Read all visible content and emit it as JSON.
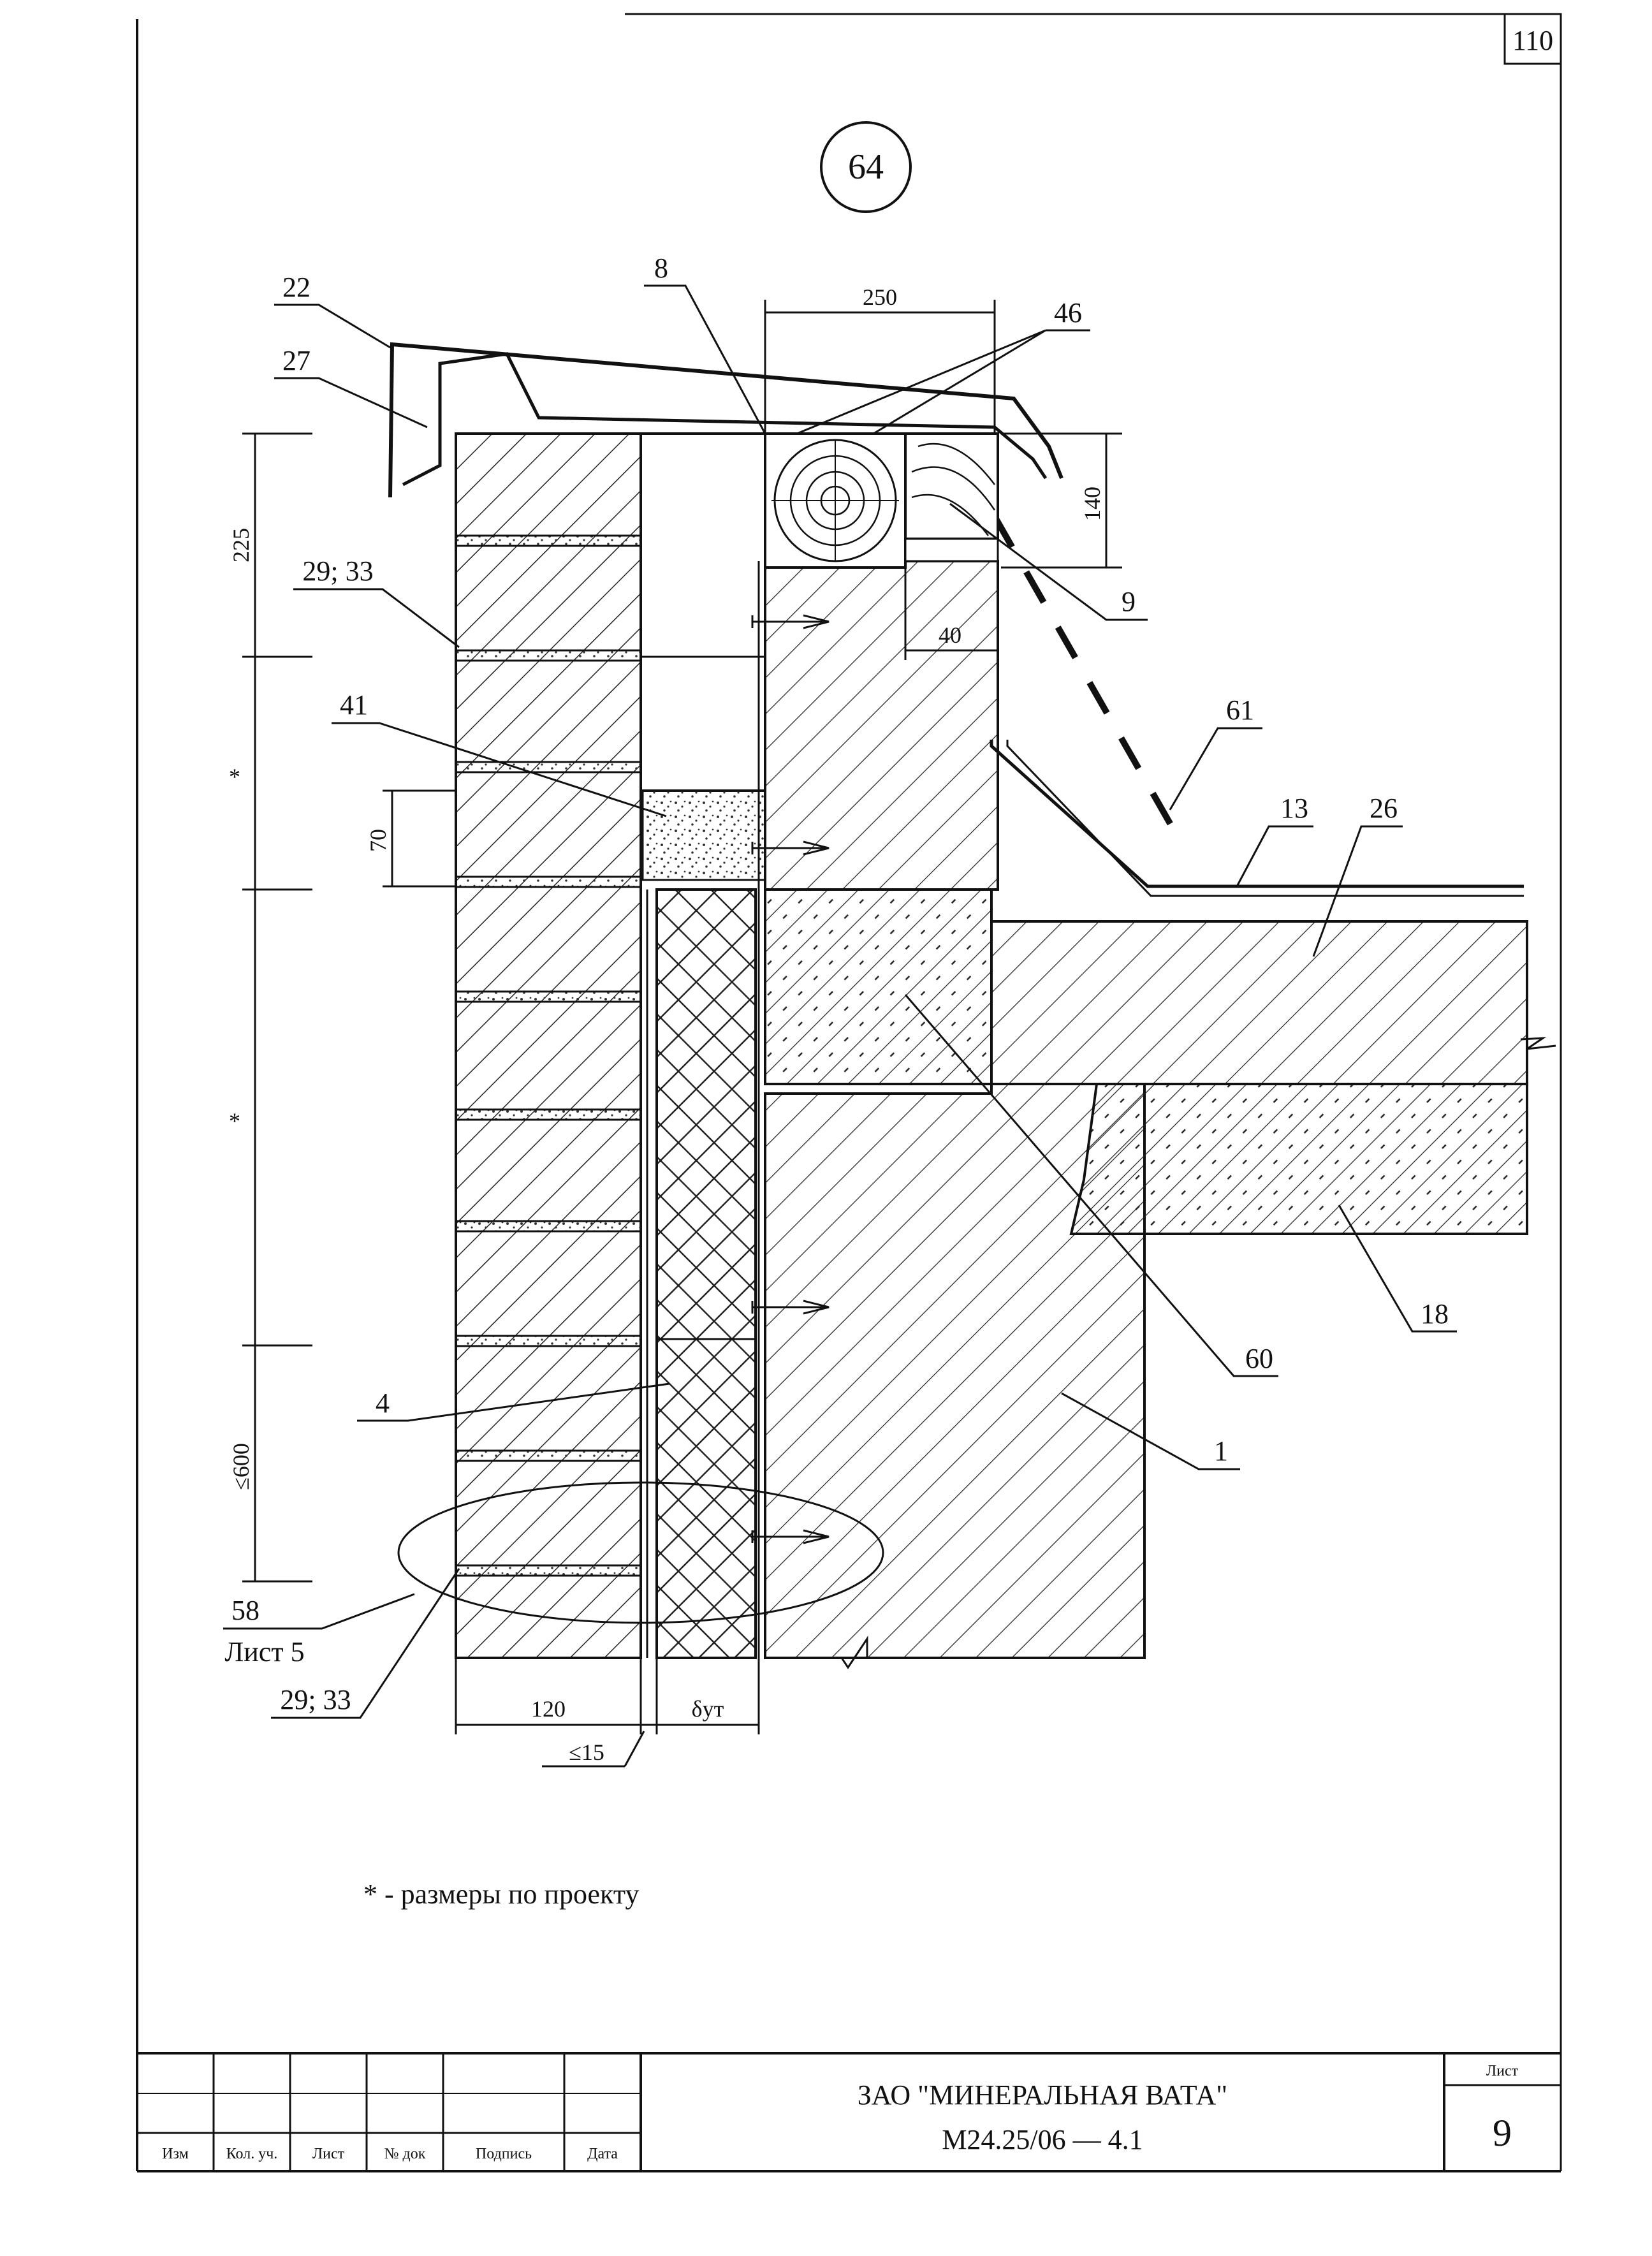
{
  "sheet_number_corner": "110",
  "node_number": "64",
  "callouts": {
    "c22": "22",
    "c27": "27",
    "c8": "8",
    "c46": "46",
    "c9": "9",
    "c61": "61",
    "c13": "13",
    "c26": "26",
    "c41": "41",
    "c2933_top": "29; 33",
    "c60": "60",
    "c18": "18",
    "c1": "1",
    "c4": "4",
    "c58": "58",
    "c58_ref": "Лист 5",
    "c2933_bottom": "29; 33"
  },
  "dimensions": {
    "d250": "250",
    "d140": "140",
    "d40": "40",
    "d225": "225",
    "star1": "*",
    "d70": "70",
    "star2": "*",
    "d600": "≤600",
    "d120": "120",
    "d_ins": "δут",
    "d15": "≤15"
  },
  "note": "* - размеры по проекту",
  "title_block": {
    "company": "ЗАО \"МИНЕРАЛЬНАЯ ВАТА\"",
    "document": "М24.25/06  —  4.1",
    "sheet_label": "Лист",
    "sheet_value": "9",
    "columns": [
      "Изм",
      "Кол. уч.",
      "Лист",
      "№ док",
      "Подпись",
      "Дата"
    ]
  }
}
